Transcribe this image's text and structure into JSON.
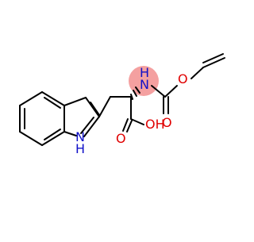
{
  "molecule": {
    "atom_labels": {
      "indole_nh": "N",
      "indole_nh_h": "H",
      "amine_h": "H",
      "amine_n": "N",
      "ester_o": "O",
      "carbamate_carbonyl_o": "O",
      "acid_carbonyl_o": "O",
      "acid_oh": "OH"
    },
    "colors": {
      "bond": "#000000",
      "nitrogen": "#1010c8",
      "oxygen": "#e00000",
      "highlight": "#f4a0a0"
    }
  }
}
